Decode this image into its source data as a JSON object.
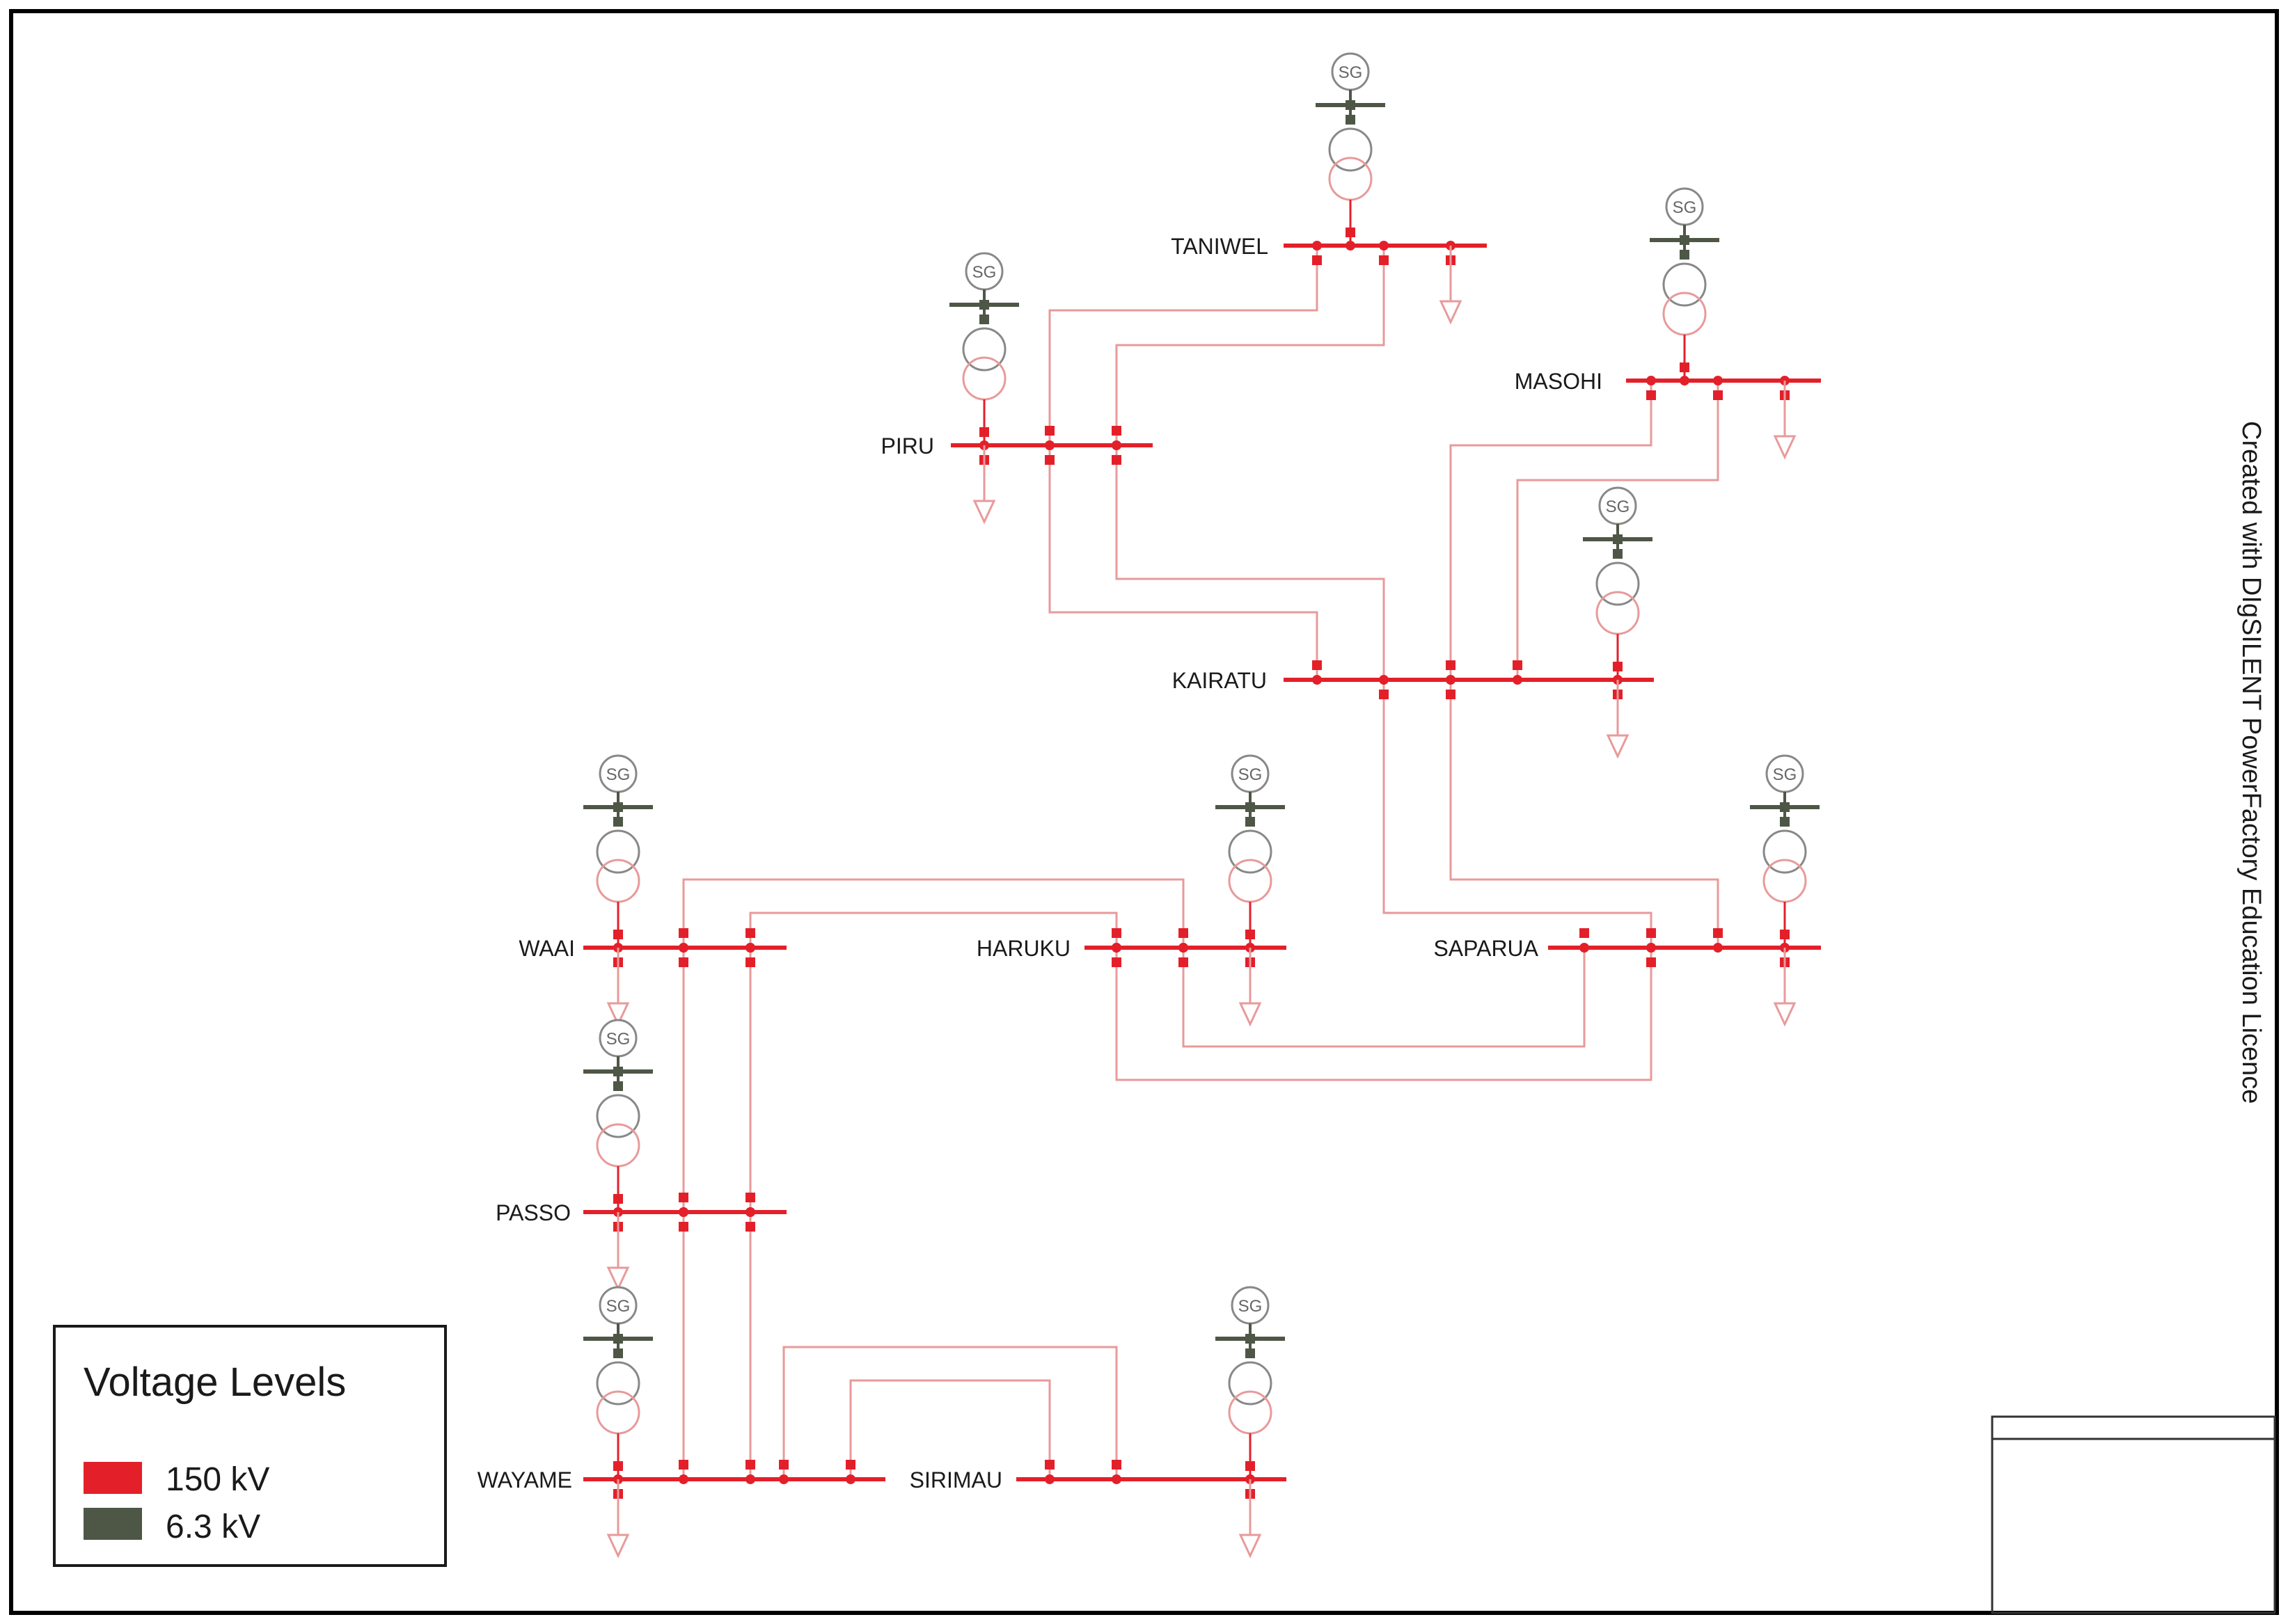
{
  "buses": [
    {
      "id": "taniwel",
      "label": "TANIWEL"
    },
    {
      "id": "masohi",
      "label": "MASOHI"
    },
    {
      "id": "piru",
      "label": "PIRU"
    },
    {
      "id": "kairatu",
      "label": "KAIRATU"
    },
    {
      "id": "waai",
      "label": "WAAI"
    },
    {
      "id": "haruku",
      "label": "HARUKU"
    },
    {
      "id": "saparua",
      "label": "SAPARUA"
    },
    {
      "id": "passo",
      "label": "PASSO"
    },
    {
      "id": "wayame",
      "label": "WAYAME"
    },
    {
      "id": "sirimau",
      "label": "SIRIMAU"
    }
  ],
  "generator_symbol": "SG",
  "legend": {
    "title": "Voltage Levels",
    "items": [
      {
        "label": "150 kV",
        "color": "#e3202a"
      },
      {
        "label": "6.3 kV",
        "color": "#4e5746"
      }
    ]
  },
  "credit": "Created with DIgSILENT PowerFactory Education Licence",
  "colors": {
    "hv": "#e3202a",
    "lv": "#4e5746",
    "line": "#e89a9a",
    "frame": "#000000"
  }
}
